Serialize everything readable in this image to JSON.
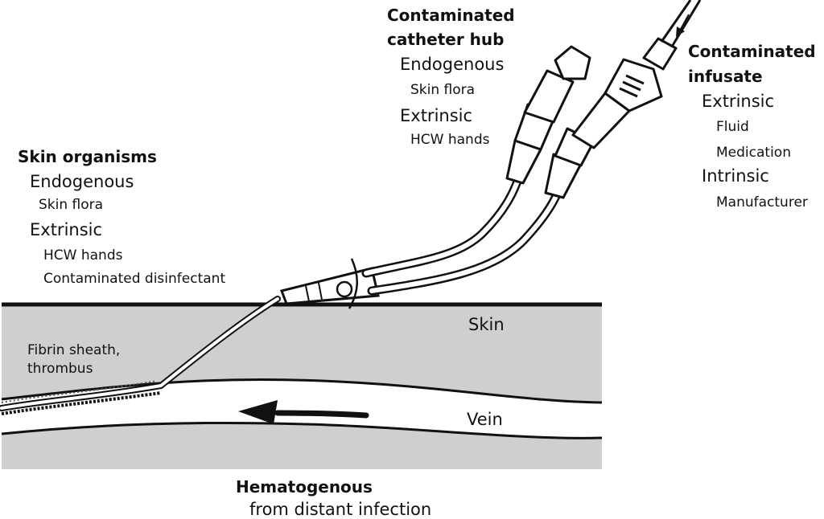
{
  "sources": {
    "skin_organisms": {
      "title": "Skin organisms",
      "endogenous": "Endogenous",
      "endogenous_item": "Skin flora",
      "extrinsic": "Extrinsic",
      "extrinsic_item1": "HCW hands",
      "extrinsic_item2": "Contaminated  disinfectant"
    },
    "catheter_hub": {
      "title_line1": "Contaminated",
      "title_line2": "catheter hub",
      "endogenous": "Endogenous",
      "endogenous_item": "Skin flora",
      "extrinsic": "Extrinsic",
      "extrinsic_item": "HCW hands"
    },
    "infusate": {
      "title_line1": "Contaminated",
      "title_line2": "infusate",
      "extrinsic": "Extrinsic",
      "extrinsic_item1": "Fluid",
      "extrinsic_item2": "Medication",
      "intrinsic": "Intrinsic",
      "intrinsic_item": "Manufacturer"
    },
    "hematogenous": {
      "title": "Hematogenous",
      "subtitle": "from distant infection"
    }
  },
  "anatomy": {
    "skin": "Skin",
    "vein": "Vein",
    "fibrin_line1": "Fibrin sheath,",
    "fibrin_line2": "thrombus"
  },
  "colors": {
    "tissue": "#cfcfcf",
    "vein": "#ffffff",
    "ink": "#111111"
  }
}
